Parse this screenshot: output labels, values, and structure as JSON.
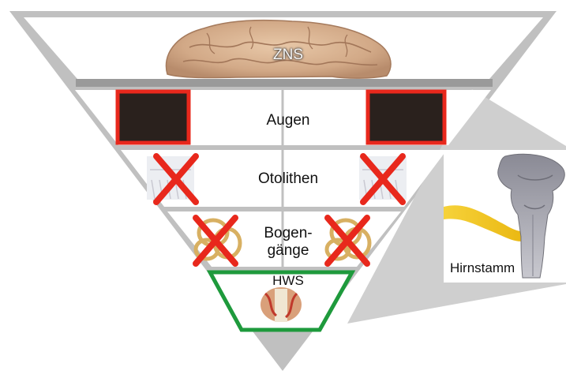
{
  "diagram": {
    "levels": [
      {
        "label": "ZNS"
      },
      {
        "label": "Augen"
      },
      {
        "label": "Otolithen"
      },
      {
        "label_line1": "Bogen-",
        "label_line2": "gänge"
      },
      {
        "label": "HWS"
      }
    ],
    "inset": {
      "label": "Hirnstamm"
    }
  },
  "colors": {
    "frame_gray": "#bfbfbf",
    "band_white": "#ffffff",
    "block_dark": "#2a211d",
    "cross_red": "#e8281c",
    "outline_red": "#e8281c",
    "outline_green": "#1e9a3c",
    "nerve_yellow": "#f2c417"
  },
  "icons": [
    "brain-image",
    "eye-blocked-box",
    "otolith-image",
    "semicircular-canal-image",
    "cervical-spine-image",
    "brainstem-image",
    "cross-mark-icon"
  ]
}
